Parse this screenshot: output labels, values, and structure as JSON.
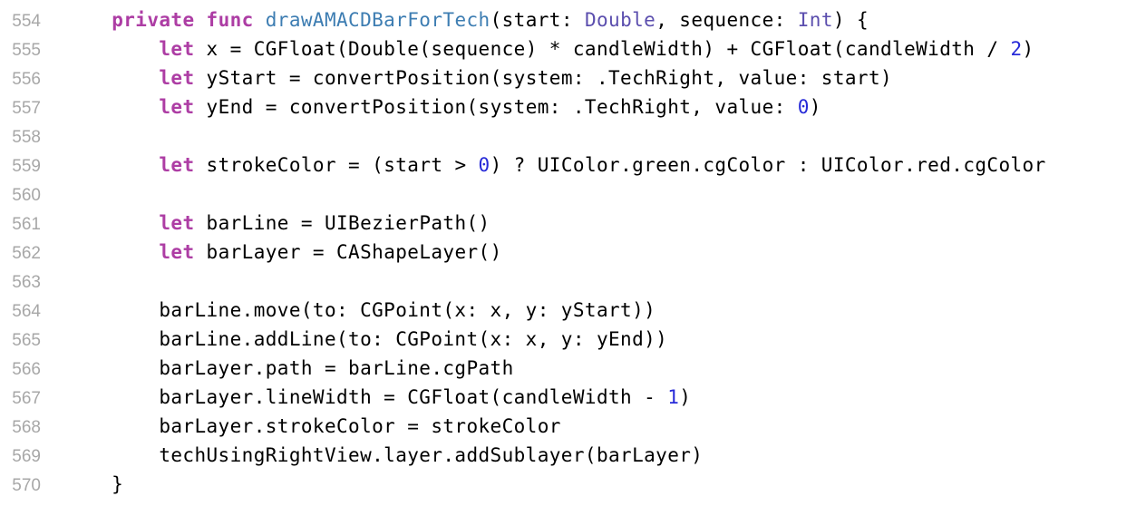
{
  "editor": {
    "language": "swift",
    "background": "#ffffff",
    "colors": {
      "keyword": "#ad3da4",
      "function_name": "#3d7db2",
      "type_name": "#5b4eae",
      "number": "#272ad8",
      "plain": "#000000",
      "line_number": "#a7a7a7"
    },
    "lines": [
      {
        "n": "554",
        "tokens": [
          [
            "pl",
            "    "
          ],
          [
            "kw",
            "private func "
          ],
          [
            "fn",
            "drawAMACDBarForTech"
          ],
          [
            "pl",
            "(start: "
          ],
          [
            "tp",
            "Double"
          ],
          [
            "pl",
            ", sequence: "
          ],
          [
            "tp",
            "Int"
          ],
          [
            "pl",
            ") {"
          ]
        ]
      },
      {
        "n": "555",
        "tokens": [
          [
            "pl",
            "        "
          ],
          [
            "kw",
            "let"
          ],
          [
            "pl",
            " x = CGFloat(Double(sequence) * candleWidth) + CGFloat(candleWidth / "
          ],
          [
            "num",
            "2"
          ],
          [
            "pl",
            ")"
          ]
        ]
      },
      {
        "n": "556",
        "tokens": [
          [
            "pl",
            "        "
          ],
          [
            "kw",
            "let"
          ],
          [
            "pl",
            " yStart = convertPosition(system: .TechRight, value: start)"
          ]
        ]
      },
      {
        "n": "557",
        "tokens": [
          [
            "pl",
            "        "
          ],
          [
            "kw",
            "let"
          ],
          [
            "pl",
            " yEnd = convertPosition(system: .TechRight, value: "
          ],
          [
            "num",
            "0"
          ],
          [
            "pl",
            ")"
          ]
        ]
      },
      {
        "n": "558",
        "tokens": []
      },
      {
        "n": "559",
        "tokens": [
          [
            "pl",
            "        "
          ],
          [
            "kw",
            "let"
          ],
          [
            "pl",
            " strokeColor = (start > "
          ],
          [
            "num",
            "0"
          ],
          [
            "pl",
            ") ? UIColor.green.cgColor : UIColor.red.cgColor"
          ]
        ]
      },
      {
        "n": "560",
        "tokens": []
      },
      {
        "n": "561",
        "tokens": [
          [
            "pl",
            "        "
          ],
          [
            "kw",
            "let"
          ],
          [
            "pl",
            " barLine = UIBezierPath()"
          ]
        ]
      },
      {
        "n": "562",
        "tokens": [
          [
            "pl",
            "        "
          ],
          [
            "kw",
            "let"
          ],
          [
            "pl",
            " barLayer = CAShapeLayer()"
          ]
        ]
      },
      {
        "n": "563",
        "tokens": []
      },
      {
        "n": "564",
        "tokens": [
          [
            "pl",
            "        barLine.move(to: CGPoint(x: x, y: yStart))"
          ]
        ]
      },
      {
        "n": "565",
        "tokens": [
          [
            "pl",
            "        barLine.addLine(to: CGPoint(x: x, y: yEnd))"
          ]
        ]
      },
      {
        "n": "566",
        "tokens": [
          [
            "pl",
            "        barLayer.path = barLine.cgPath"
          ]
        ]
      },
      {
        "n": "567",
        "tokens": [
          [
            "pl",
            "        barLayer.lineWidth = CGFloat(candleWidth - "
          ],
          [
            "num",
            "1"
          ],
          [
            "pl",
            ")"
          ]
        ]
      },
      {
        "n": "568",
        "tokens": [
          [
            "pl",
            "        barLayer.strokeColor = strokeColor"
          ]
        ]
      },
      {
        "n": "569",
        "tokens": [
          [
            "pl",
            "        techUsingRightView.layer.addSublayer(barLayer)"
          ]
        ]
      },
      {
        "n": "570",
        "tokens": [
          [
            "pl",
            "    }"
          ]
        ]
      }
    ]
  }
}
